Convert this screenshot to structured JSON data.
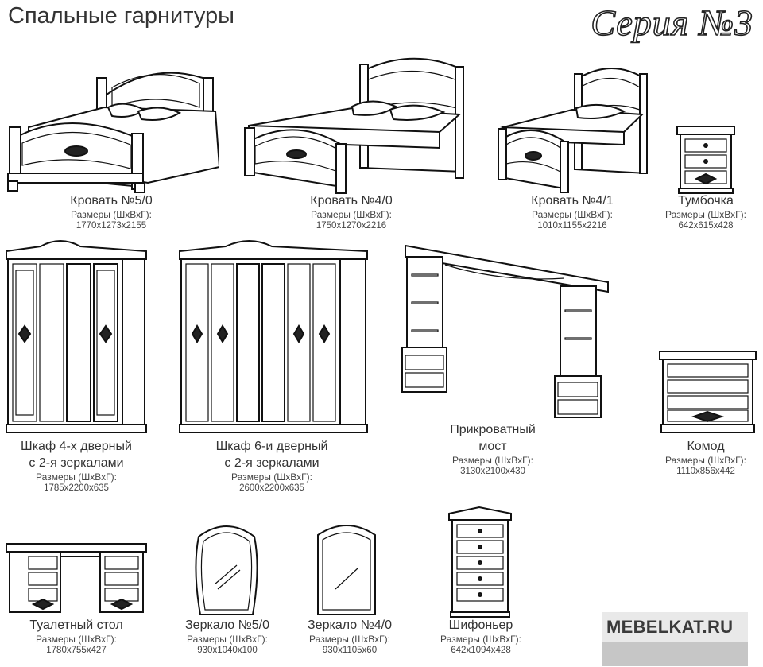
{
  "header": {
    "title": "Спальные гарнитуры",
    "series": "Серия №3"
  },
  "size_label": "Размеры (ШхВхГ):",
  "items": [
    {
      "id": "bed-5-0",
      "name": "Кровать №5/0",
      "dims": "1770х1273х2155"
    },
    {
      "id": "bed-4-0",
      "name": "Кровать №4/0",
      "dims": "1750х1270х2216"
    },
    {
      "id": "bed-4-1",
      "name": "Кровать №4/1",
      "dims": "1010х1155х2216"
    },
    {
      "id": "nightstand",
      "name": "Тумбочка",
      "dims": "642х615х428"
    },
    {
      "id": "wardrobe-4",
      "name": "Шкаф 4-х дверный",
      "name2": "с 2-я зеркалами",
      "dims": "1785х2200х635"
    },
    {
      "id": "wardrobe-6",
      "name": "Шкаф 6-и дверный",
      "name2": "с 2-я зеркалами",
      "dims": "2600х2200х635"
    },
    {
      "id": "bridge",
      "name": "Прикроватный",
      "name2": "мост",
      "dims": "3130х2100х430"
    },
    {
      "id": "dresser",
      "name": "Комод",
      "dims": "1110х856х442"
    },
    {
      "id": "vanity",
      "name": "Туалетный стол",
      "dims": "1780х755х427"
    },
    {
      "id": "mirror-5-0",
      "name": "Зеркало №5/0",
      "dims": "930х1040х100"
    },
    {
      "id": "mirror-4-0",
      "name": "Зеркало №4/0",
      "dims": "930х1105х60"
    },
    {
      "id": "chiffonier",
      "name": "Шифоньер",
      "dims": "642х1094х428"
    }
  ],
  "logo": {
    "text": "MEBELKAT.RU"
  }
}
